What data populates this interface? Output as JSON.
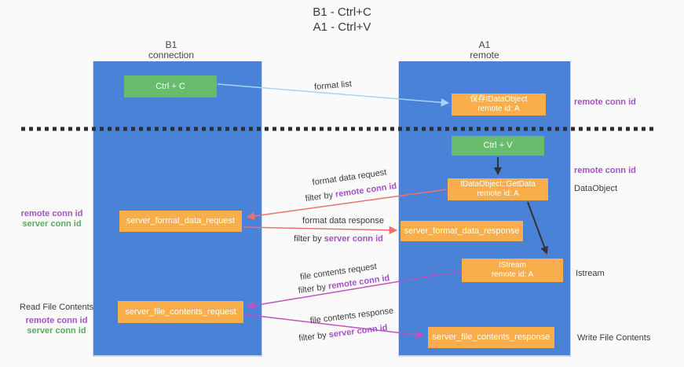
{
  "title": {
    "line1": "B1 - Ctrl+C",
    "line2": "A1 - Ctrl+V"
  },
  "columns": {
    "left": {
      "name": "B1",
      "subtitle": "connection"
    },
    "right": {
      "name": "A1",
      "subtitle": "remote"
    }
  },
  "boxes": {
    "ctrl_c": {
      "label": "Ctrl + C"
    },
    "save_idataobject": {
      "line1": "保存IDataObject",
      "line2": "remote id: A"
    },
    "ctrl_v": {
      "label": "Ctrl + V"
    },
    "getdata": {
      "line1": "IDataObject::GetData",
      "line2": "remote id: A"
    },
    "server_format_data_request": {
      "label": "server_format_data_request"
    },
    "server_format_data_response": {
      "label": "server_format_data_response"
    },
    "istream": {
      "line1": "IStream",
      "line2": "remote id: A"
    },
    "server_file_contents_request": {
      "label": "server_file_contents_request"
    },
    "server_file_contents_response": {
      "label": "server_file_contents_response"
    }
  },
  "flow_labels": {
    "format_list": "format list",
    "format_data_request": "format data request",
    "format_data_response": "format data response",
    "file_contents_request": "file contents request",
    "file_contents_response": "file contents response",
    "filter_by": "filter by",
    "remote_conn_id": "remote conn id",
    "server_conn_id": "server conn id"
  },
  "side_labels": {
    "remote_conn_id": "remote conn id",
    "server_conn_id": "server conn id",
    "dataobject": "DataObject",
    "istream": "Istream",
    "read_file_contents": "Read File Contents",
    "write_file_contents": "Write File Contents"
  },
  "colors": {
    "column_blue": "#4a82d7",
    "box_green": "#68bd6c",
    "box_orange": "#f9ae4b",
    "arrow_light_blue": "#a9d3f2",
    "arrow_black": "#333333",
    "arrow_salmon": "#e8736e",
    "arrow_magenta": "#c252c2",
    "text_purple": "#a551c8",
    "text_green": "#56ad5a",
    "dashed_line": "#2e2e2e",
    "background": "#fafafa"
  }
}
